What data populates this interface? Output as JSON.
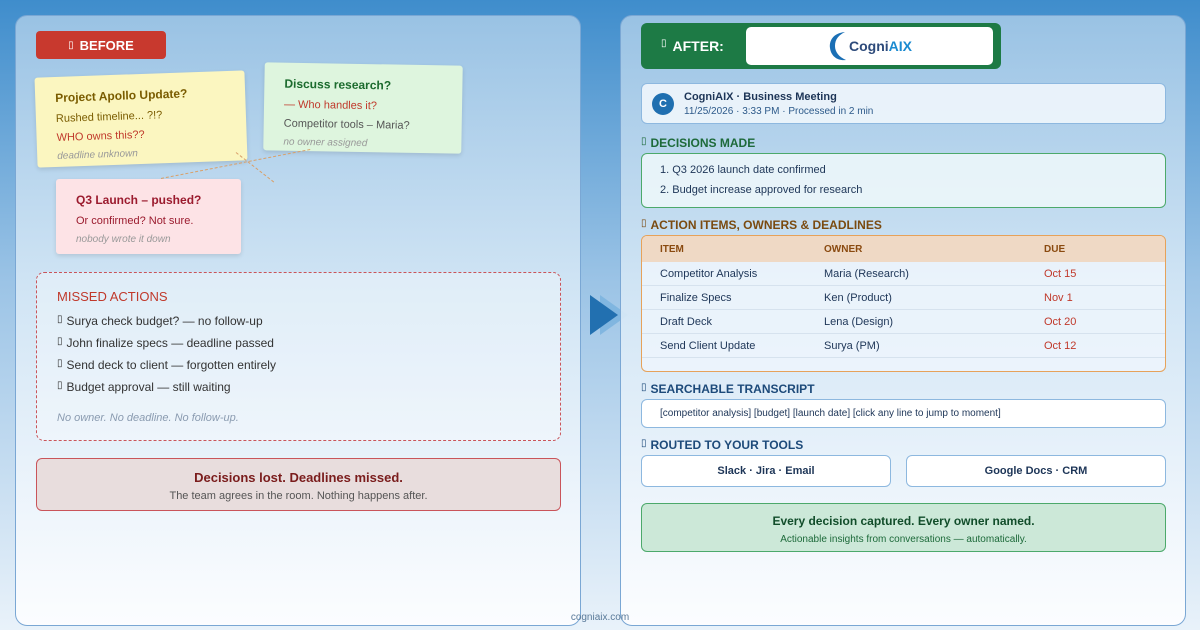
{
  "before": {
    "badge": "BEFORE",
    "notes": {
      "apollo": {
        "title": "Project Apollo Update?",
        "line1": "Rushed timeline... ?!?",
        "line2": "WHO owns this??",
        "italic": "deadline unknown"
      },
      "research": {
        "title": "Discuss research?",
        "line1": "— Who handles it?",
        "line2": "Competitor tools – Maria?",
        "italic": "no owner assigned"
      },
      "q3": {
        "title": "Q3 Launch – pushed?",
        "line1": "Or confirmed? Not sure.",
        "italic": "nobody wrote it down"
      }
    },
    "missed": {
      "title": "MISSED ACTIONS",
      "items": [
        "Surya check budget? — no follow-up",
        "John finalize specs — deadline passed",
        "Send deck to client — forgotten entirely",
        "Budget approval — still waiting"
      ],
      "footer": "No owner. No deadline. No follow-up."
    },
    "lost": {
      "title": "Decisions lost. Deadlines missed.",
      "sub": "The team agrees in the room. Nothing happens after."
    }
  },
  "after": {
    "badge": "AFTER:",
    "logo": {
      "part1": "Cogni",
      "part2": "AIX"
    },
    "meeting": {
      "avatar": "C",
      "title": "CogniAIX · Business Meeting",
      "sub": "11/25/2026 · 3:33 PM · Processed in 2 min"
    },
    "decisions": {
      "heading": "DECISIONS MADE",
      "items": [
        "1. Q3 2026 launch date confirmed",
        "2. Budget increase approved for research"
      ]
    },
    "actions": {
      "heading": "ACTION ITEMS, OWNERS & DEADLINES",
      "columns": [
        "ITEM",
        "OWNER",
        "DUE"
      ],
      "rows": [
        [
          "Competitor Analysis",
          "Maria (Research)",
          "Oct 15"
        ],
        [
          "Finalize Specs",
          "Ken (Product)",
          "Nov 1"
        ],
        [
          "Draft Deck",
          "Lena (Design)",
          "Oct 20"
        ],
        [
          "Send Client Update",
          "Surya (PM)",
          "Oct 12"
        ]
      ]
    },
    "transcript": {
      "heading": "SEARCHABLE TRANSCRIPT",
      "text": "[competitor analysis] [budget] [launch date] [click any line to jump to moment]"
    },
    "tools": {
      "heading": "ROUTED TO YOUR TOOLS",
      "left": "Slack · Jira · Email",
      "right": "Google Docs · CRM"
    },
    "final": {
      "title": "Every decision captured. Every owner named.",
      "sub": "Actionable insights from conversations — automatically."
    }
  },
  "footer": "cogniaix.com",
  "icons": {
    "glyph": "▯"
  },
  "colors": {
    "before": "#c8392e",
    "after": "#1d7a45",
    "accent": "#1a8ad0"
  }
}
